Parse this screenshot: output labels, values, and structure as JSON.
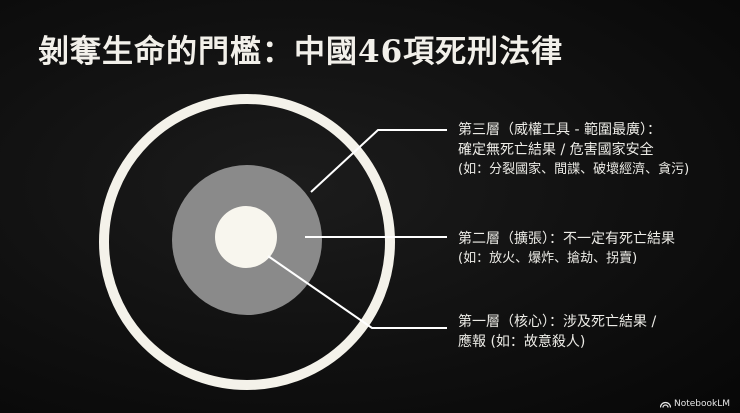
{
  "title": "剝奪生命的門檻：中國46項死刑法律",
  "layers": [
    {
      "heading": "第三層（威權工具 - 範圍最廣）：",
      "line2": "確定無死亡結果 / 危害國家安全",
      "line3": "(如：分裂國家、間諜、破壞經濟、貪污)"
    },
    {
      "heading": "第二層（擴張）：不一定有死亡結果",
      "line2": "(如：放火、爆炸、搶劫、拐賣)"
    },
    {
      "heading": "第一層（核心）：涉及死亡結果 /",
      "line2": "應報 (如：故意殺人)"
    }
  ],
  "brand": "NotebookLM",
  "colors": {
    "background": "#0d0d0d",
    "outer_ring": "#f4f2ea",
    "middle_disc": "#8a8a8a",
    "inner_disc": "#f8f6ee",
    "text": "#ecebe6"
  }
}
